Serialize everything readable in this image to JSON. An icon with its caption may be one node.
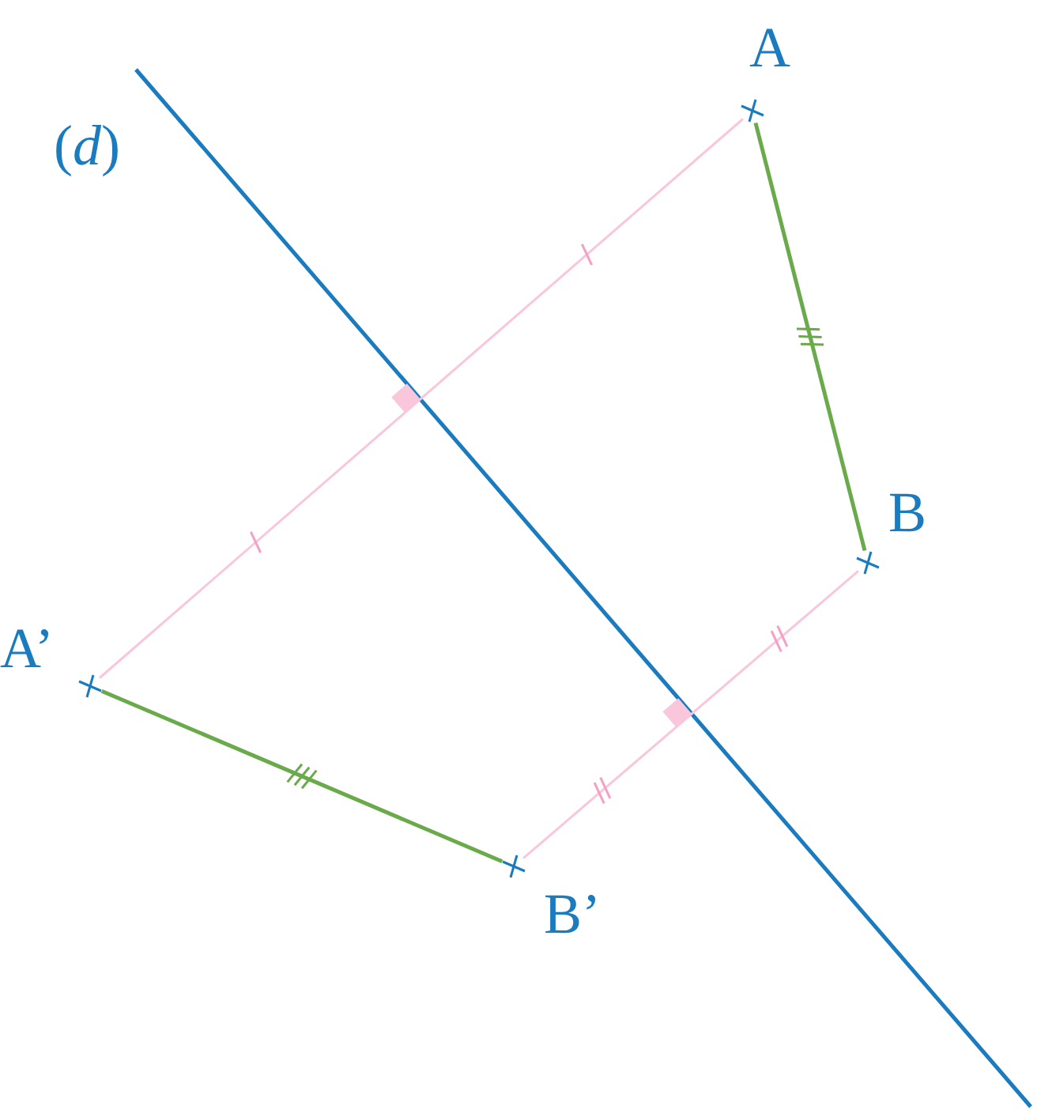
{
  "diagram": {
    "nodes": [
      {
        "text": [
          "A"
        ]
      },
      {
        "text": [
          "B"
        ]
      },
      {
        "text": [
          "A’"
        ]
      },
      {
        "text": [
          "B’"
        ]
      }
    ],
    "edges": [
      {
        "from": 0,
        "to": 1,
        "arrow": "none"
      },
      {
        "from": 2,
        "to": 3,
        "arrow": "none"
      },
      {
        "from": 0,
        "to": 2,
        "arrow": "none",
        "color": "#f9c6dc"
      },
      {
        "from": 1,
        "to": 3,
        "arrow": "none",
        "color": "#f9c6dc"
      }
    ],
    "labels": [
      "(*d*)"
    ]
  }
}
